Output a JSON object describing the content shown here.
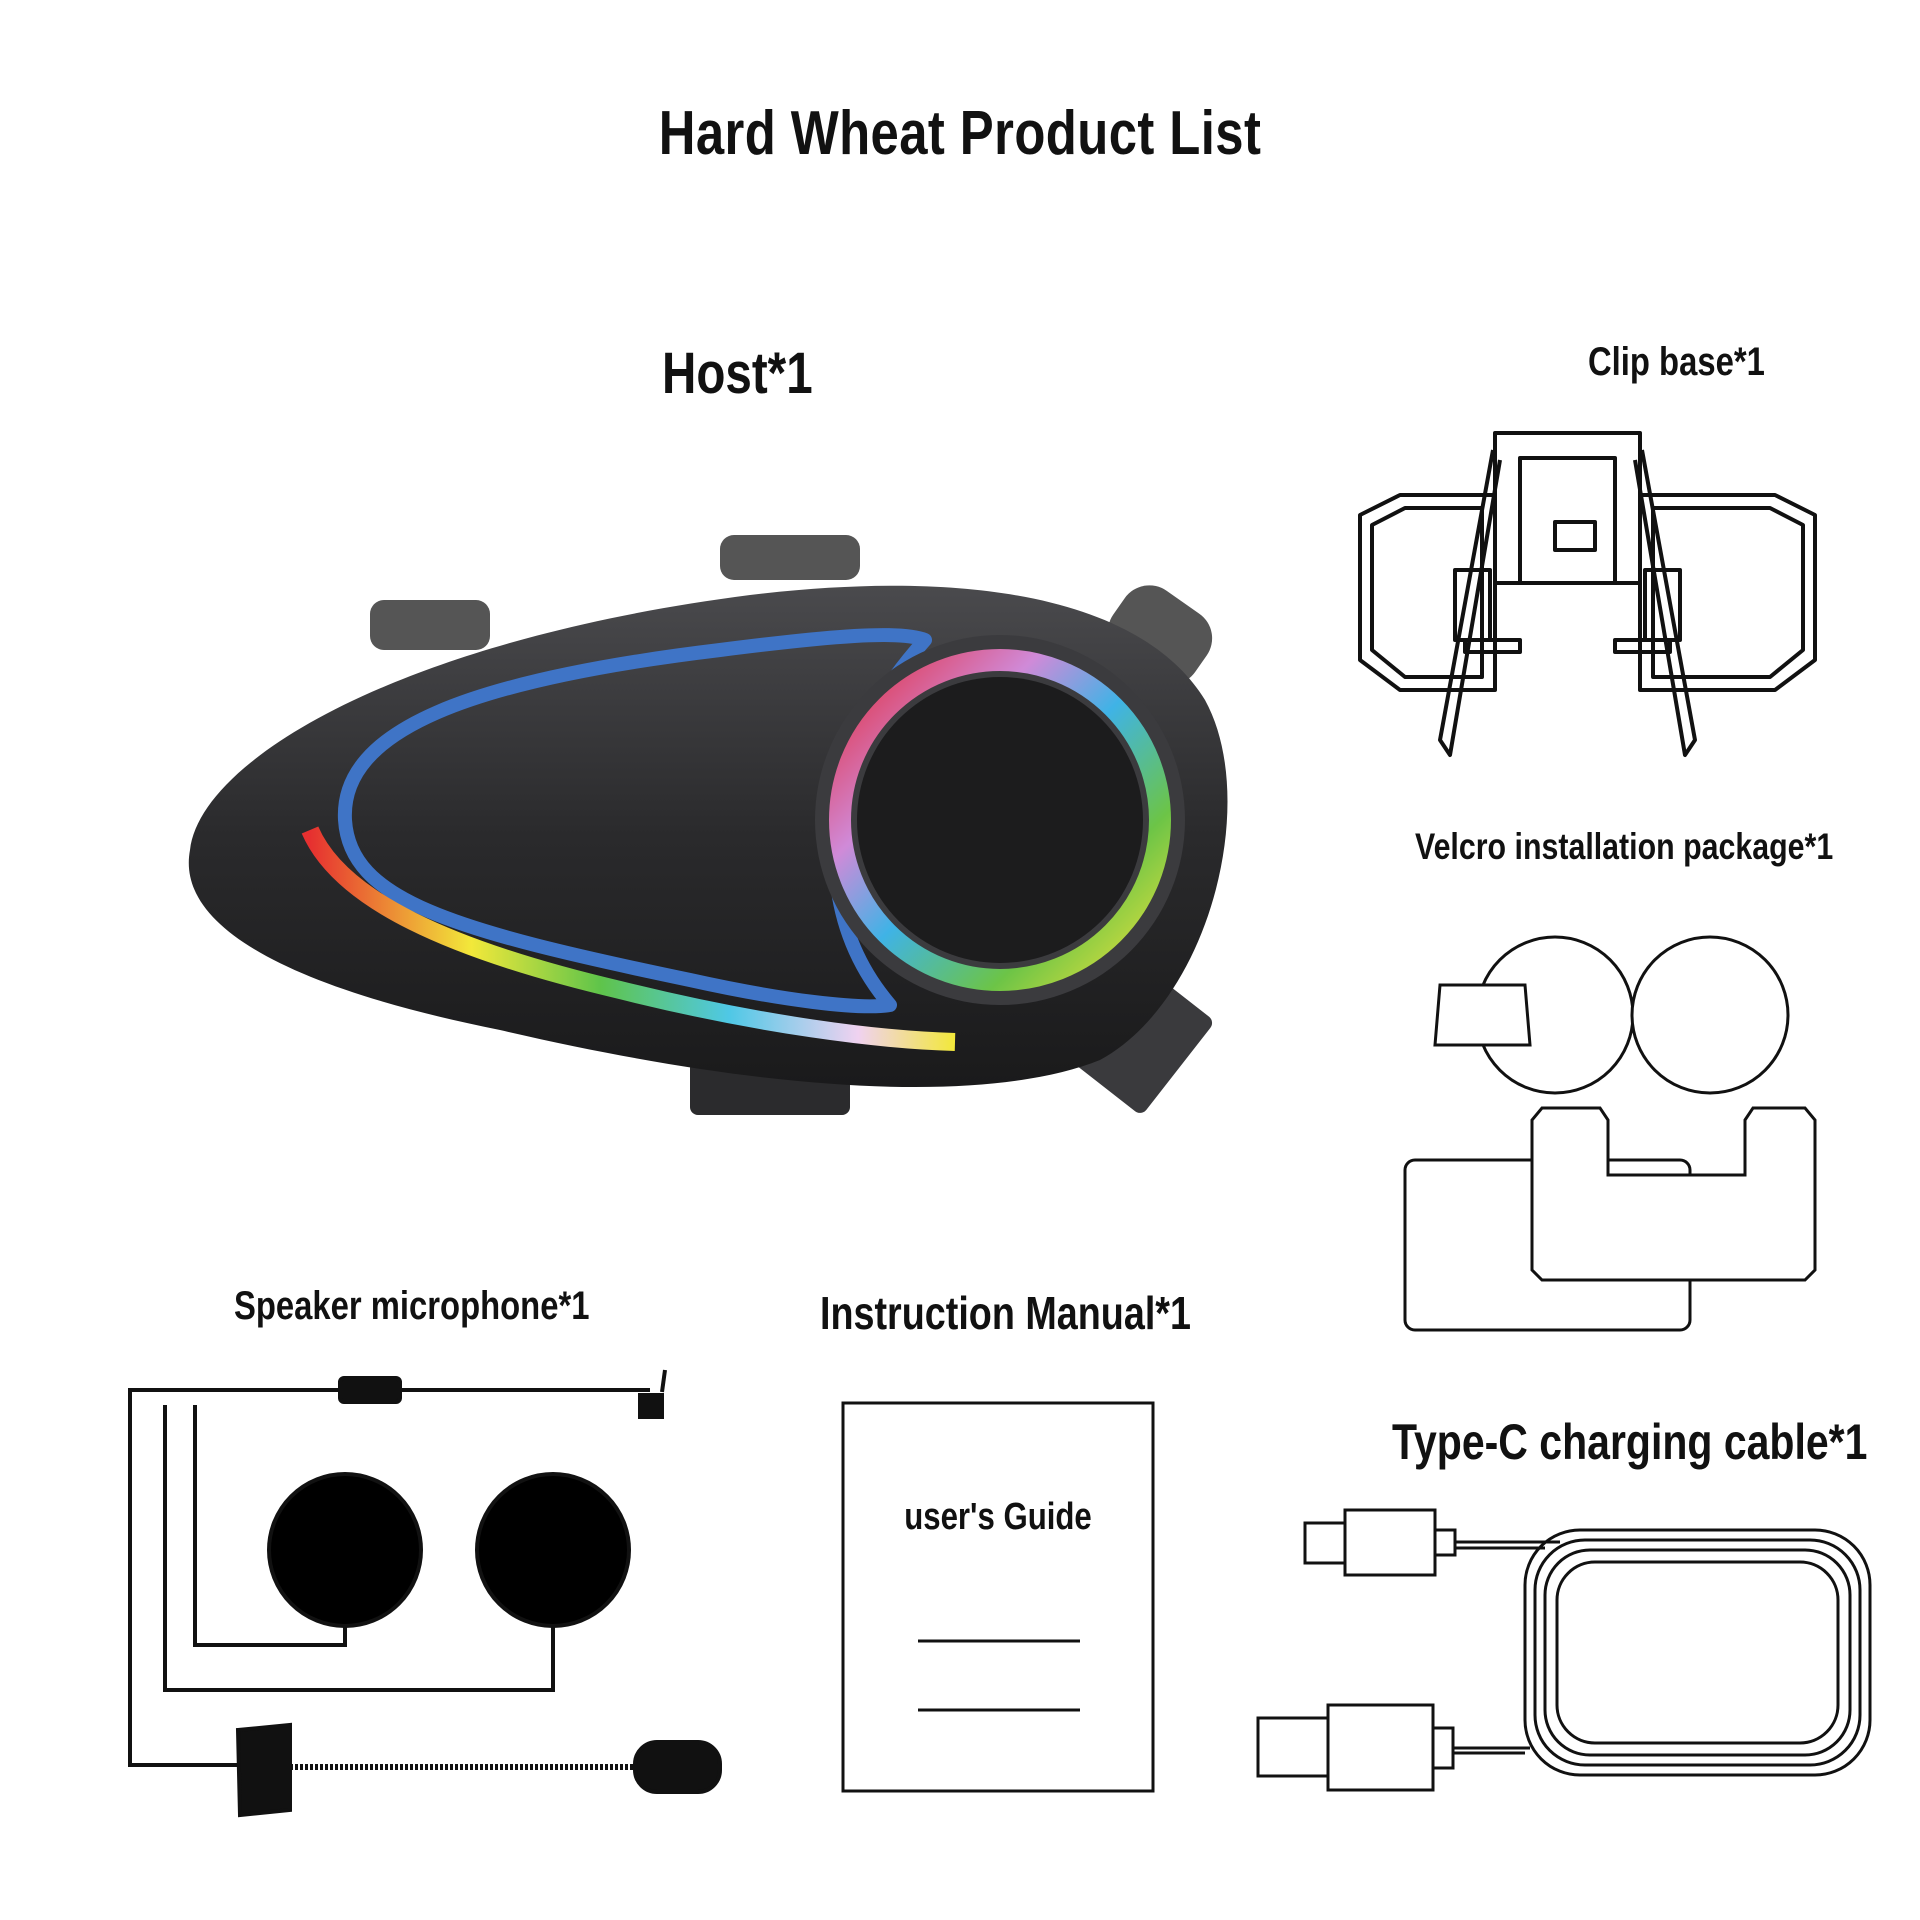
{
  "page": {
    "title": "Hard Wheat Product List"
  },
  "items": {
    "host": {
      "label": "Host*1"
    },
    "clip_base": {
      "label": "Clip base*1"
    },
    "velcro": {
      "label": "Velcro installation package*1"
    },
    "speaker": {
      "label": "Speaker microphone*1"
    },
    "manual": {
      "label": "Instruction Manual*1",
      "cover_text": "user's Guide"
    },
    "cable": {
      "label": "Type-C charging cable*1"
    }
  },
  "colors": {
    "accent_blue": "#3f74c6",
    "device_body": "#2a2a2c"
  },
  "icons": {
    "host": "bluetooth-headset-unit",
    "clip_base": "helmet-clip-mount",
    "velcro": "velcro-pads",
    "speaker": "speaker-microphone-set",
    "manual": "instruction-booklet",
    "cable": "usb-type-c-cable"
  }
}
